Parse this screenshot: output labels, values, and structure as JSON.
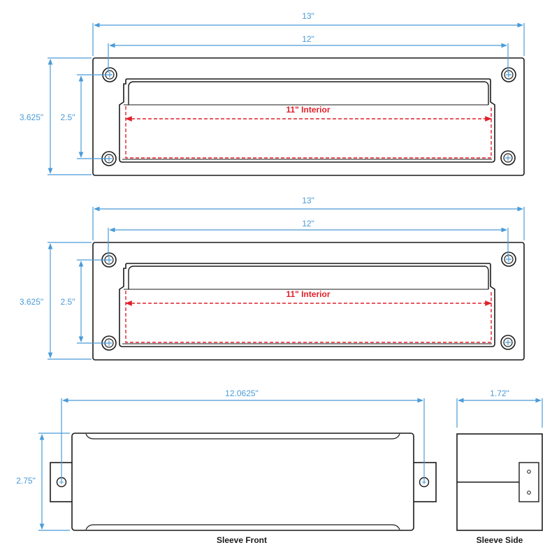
{
  "colors": {
    "dimension": "#4a9bd8",
    "interior": "#e0202a",
    "outline": "#1a1a1a",
    "background": "#ffffff"
  },
  "plate_1": {
    "overall_width": "13\"",
    "screw_spacing": "12\"",
    "overall_height": "3.625\"",
    "screw_vertical": "2.5\"",
    "interior": "11\" Interior"
  },
  "plate_2": {
    "overall_width": "13\"",
    "screw_spacing": "12\"",
    "overall_height": "3.625\"",
    "screw_vertical": "2.5\"",
    "interior": "11\" Interior"
  },
  "sleeve_front": {
    "width": "12.0625\"",
    "height": "2.75\"",
    "caption": "Sleeve Front"
  },
  "sleeve_side": {
    "depth": "1.72\"",
    "caption": "Sleeve Side"
  }
}
